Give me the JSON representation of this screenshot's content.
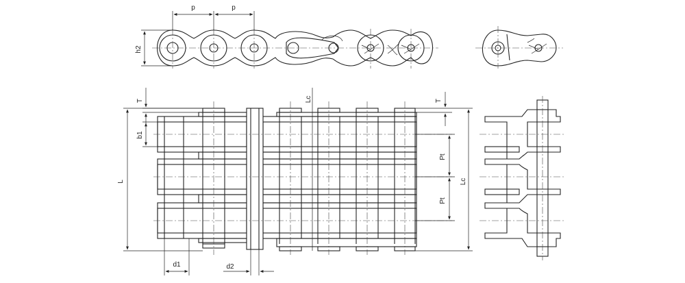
{
  "labels": {
    "p1": "p",
    "p2": "p",
    "h2": "h2",
    "T1": "T",
    "T2": "T",
    "Lc1": "Lc",
    "Lc2": "Lc",
    "b1": "b1",
    "L": "L",
    "Pt1": "Pt",
    "Pt2": "Pt",
    "d1": "d1",
    "d2": "d2"
  },
  "colors": {
    "line": "#222222",
    "background": "#ffffff"
  }
}
